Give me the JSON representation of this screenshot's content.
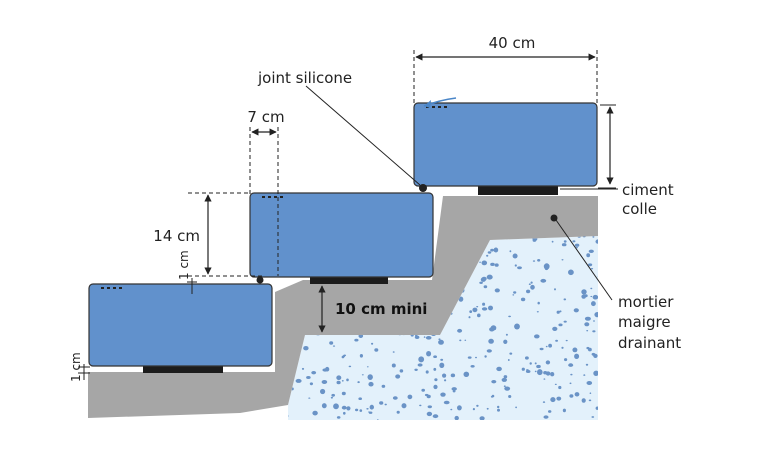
{
  "labels": {
    "width_top": "40 cm",
    "joint": "joint silicone",
    "width_nose": "7 cm",
    "height_step": "14 cm",
    "gap_mid": "1 cm",
    "gap_low": "1 cm",
    "mini": "10 cm mini",
    "ciment_1": "ciment",
    "ciment_2": "colle",
    "mortier_1": "mortier",
    "mortier_2": "maigre",
    "mortier_3": "drainant"
  },
  "colors": {
    "block": "#6191cc",
    "concrete": "#a6a6a6",
    "gravel_bg": "#e3f1fb",
    "gravel_dot": "#6a93c6",
    "pad": "#1c1c1c",
    "line": "#222222",
    "accent": "#4a86c8"
  }
}
